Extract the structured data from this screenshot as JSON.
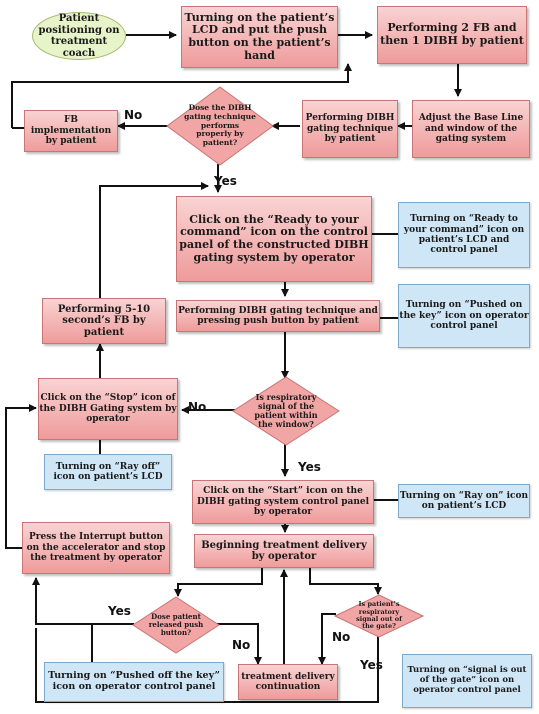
{
  "nodes": {
    "start": "Patient positioning on treatment coach",
    "lcd_on": "Turning on the patient’s LCD and put the push button on the patient’s hand",
    "fb_dibh": "Performing 2 FB and then 1 DIBH by patient",
    "baseline": "Adjust the Base Line and window of the gating system",
    "perform_dibh": "Performing DIBH gating technique by patient",
    "decision_proper": "Dose the DIBH gating technique performs properly by patient?",
    "fb_implement": "FB implementation by patient",
    "ready_click": "Click on the “Ready to your command” icon on the control panel of the constructed DIBH gating system by operator",
    "ready_note": "Turning on “Ready to your command” icon on patient’s LCD and control panel",
    "perform_push": "Performing DIBH gating technique and pressing push button by patient",
    "pushed_note": "Turning on “Pushed on the key” icon on operator control panel",
    "fb_seconds": "Performing 5-10 second’s FB by patient",
    "decision_window": "Is respiratory signal of the patient within the window?",
    "stop_click": "Click on the “Stop” icon of the DIBH Gating system by operator",
    "ray_off": "Turning on “Ray off” icon on patient’s LCD",
    "start_click": "Click on the “Start” icon on the DIBH gating system control panel by operator",
    "ray_on": "Turning on “Ray on” icon on patient’s LCD",
    "interrupt": "Press the Interrupt button on the accelerator and stop the treatment by operator",
    "begin_treatment": "Beginning treatment delivery by operator",
    "decision_released": "Dose patient released push button?",
    "decision_gate": "Is patient’s respiratory signal out of the gate?",
    "pushed_off_note": "Turning on “Pushed off the key” icon on operator control panel",
    "continuation": "treatment delivery continuation",
    "gate_note": "Turning on “signal is out of the gate” icon on operator control panel"
  },
  "labels": {
    "yes": "Yes",
    "no": "No"
  },
  "colors": {
    "process": "#ef9b9b",
    "note": "#cfe6f6",
    "start": "#e7f3c9",
    "line": "#111111"
  }
}
